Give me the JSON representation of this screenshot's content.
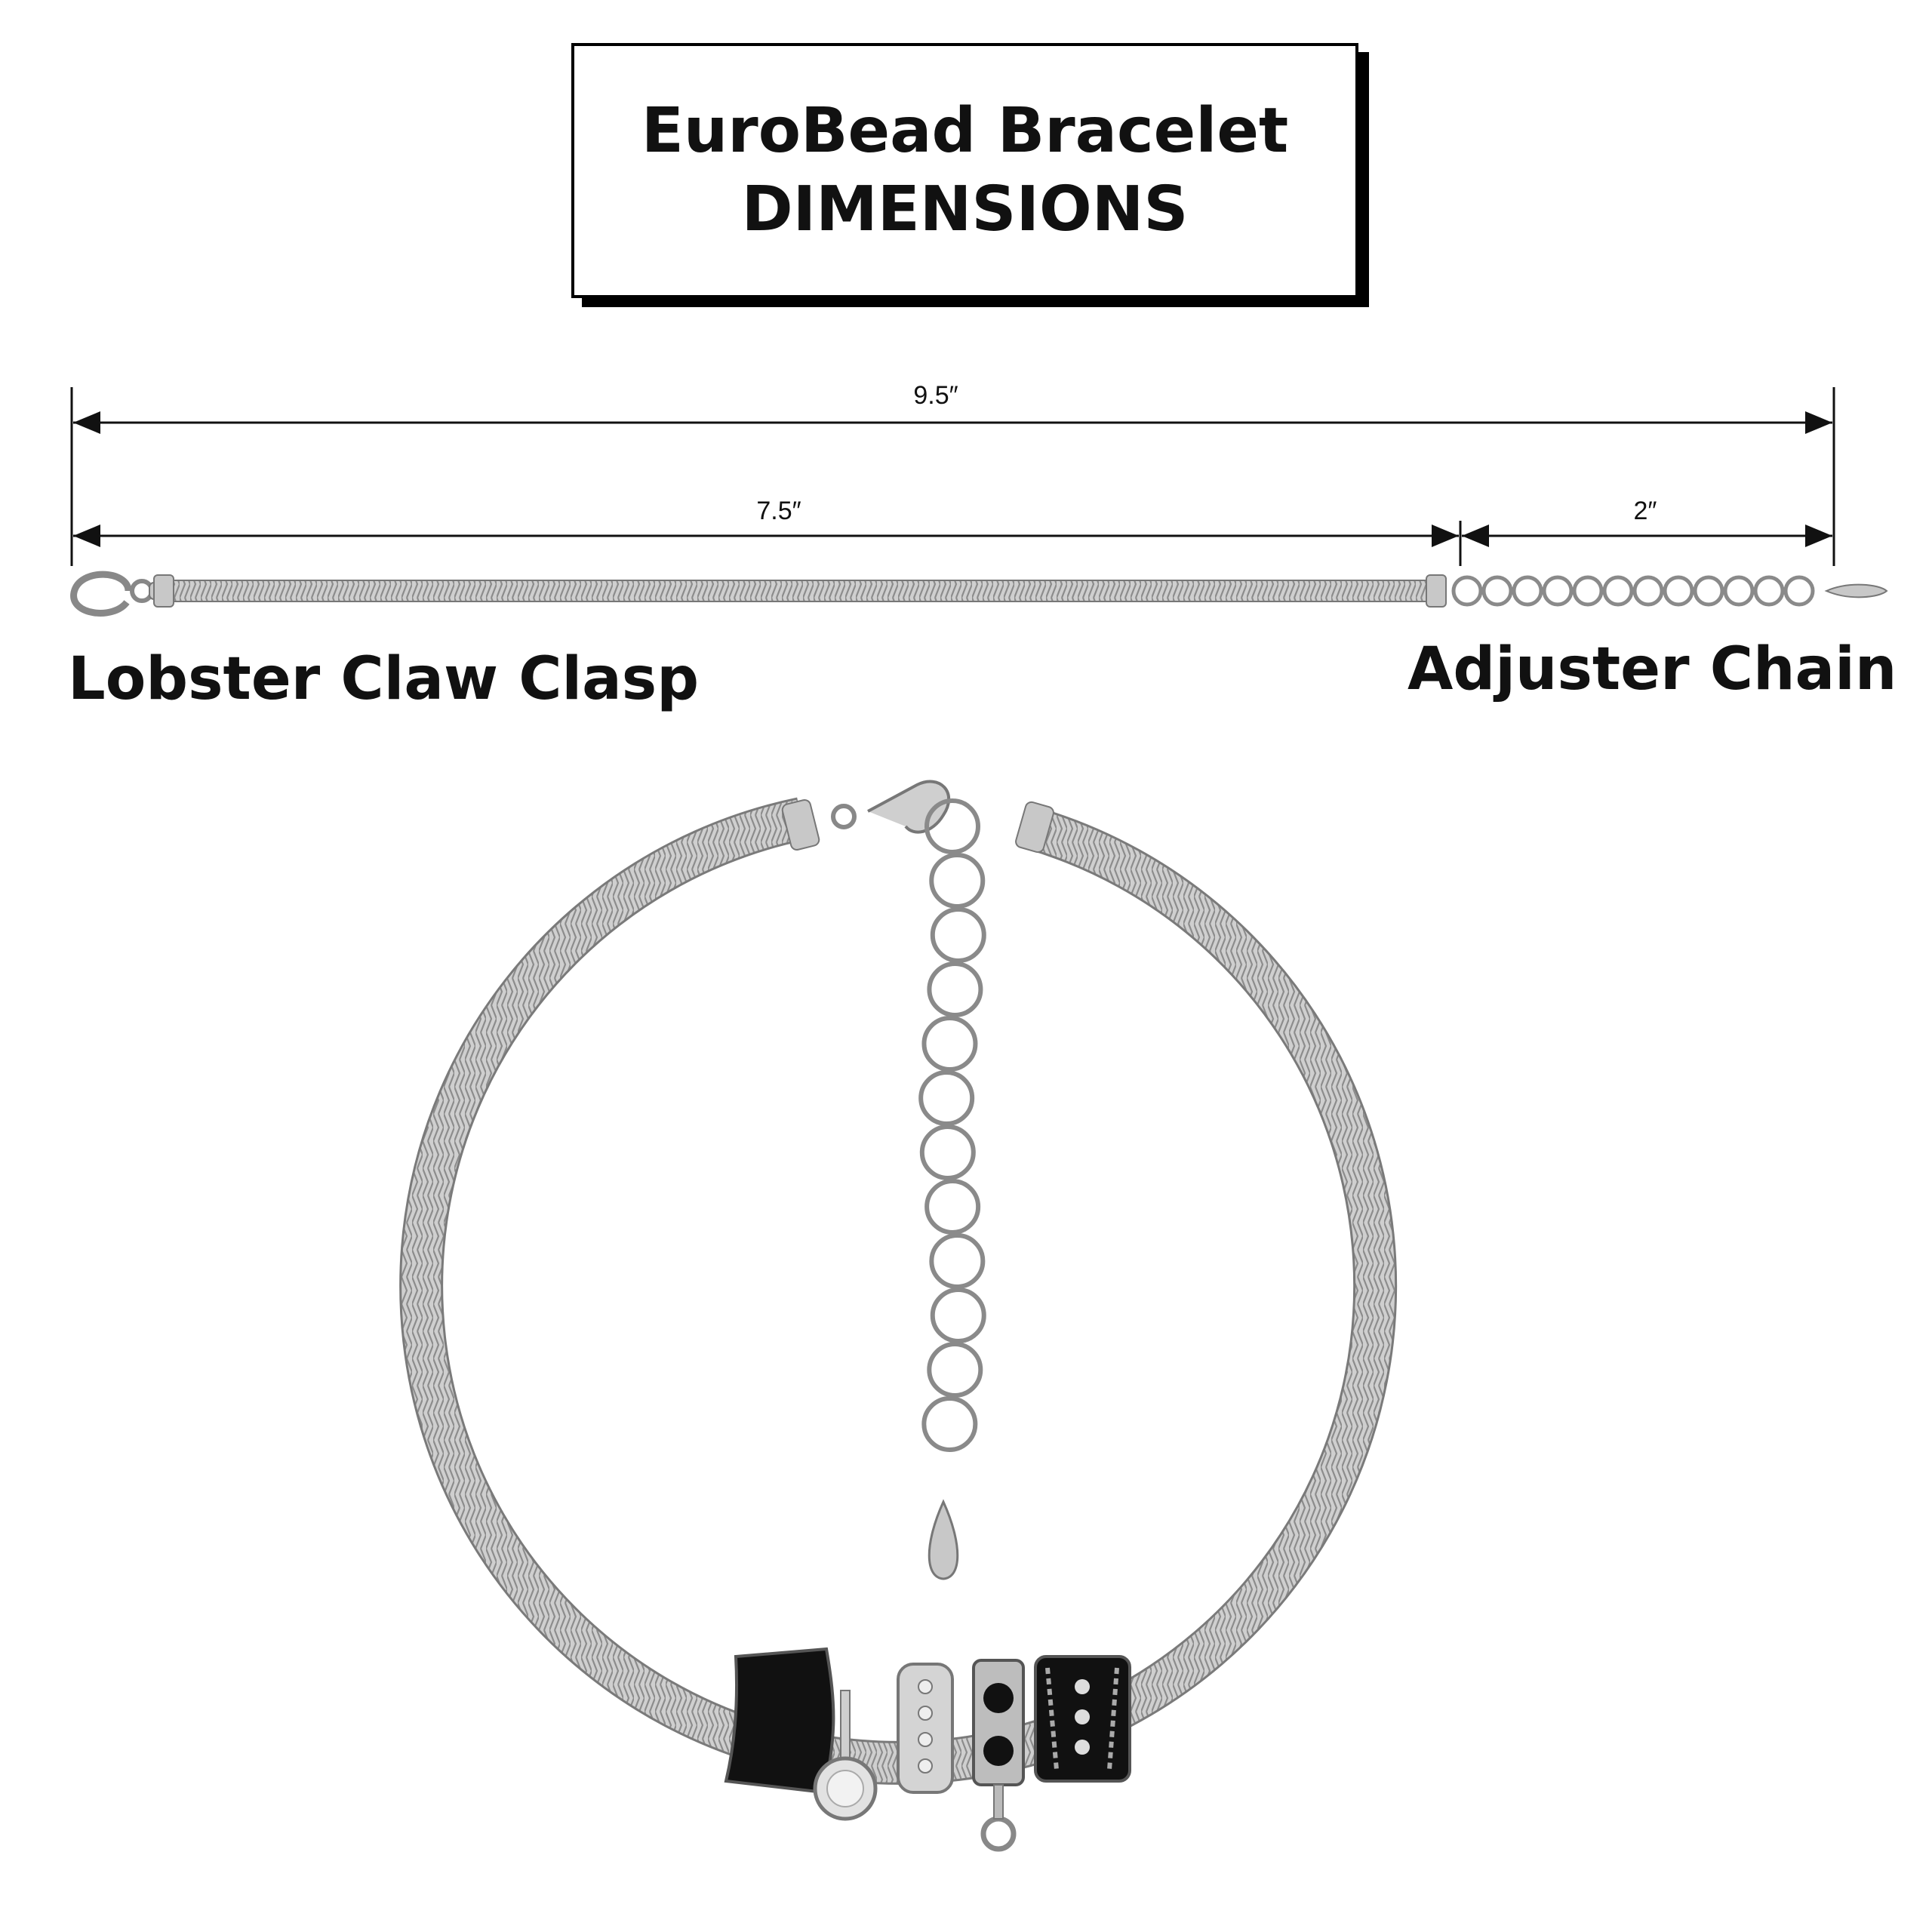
{
  "title": {
    "line1": "EuroBead Bracelet",
    "line2": "DIMENSIONS"
  },
  "dimensions": {
    "total": "9.5″",
    "body": "7.5″",
    "adjuster": "2″"
  },
  "labels": {
    "left": "Lobster Claw Clasp",
    "right": "Adjuster Chain"
  },
  "colors": {
    "ink": "#111111",
    "silver": "#bdbdbd",
    "silver_dark": "#8a8a8a",
    "bead_black": "#111111"
  }
}
